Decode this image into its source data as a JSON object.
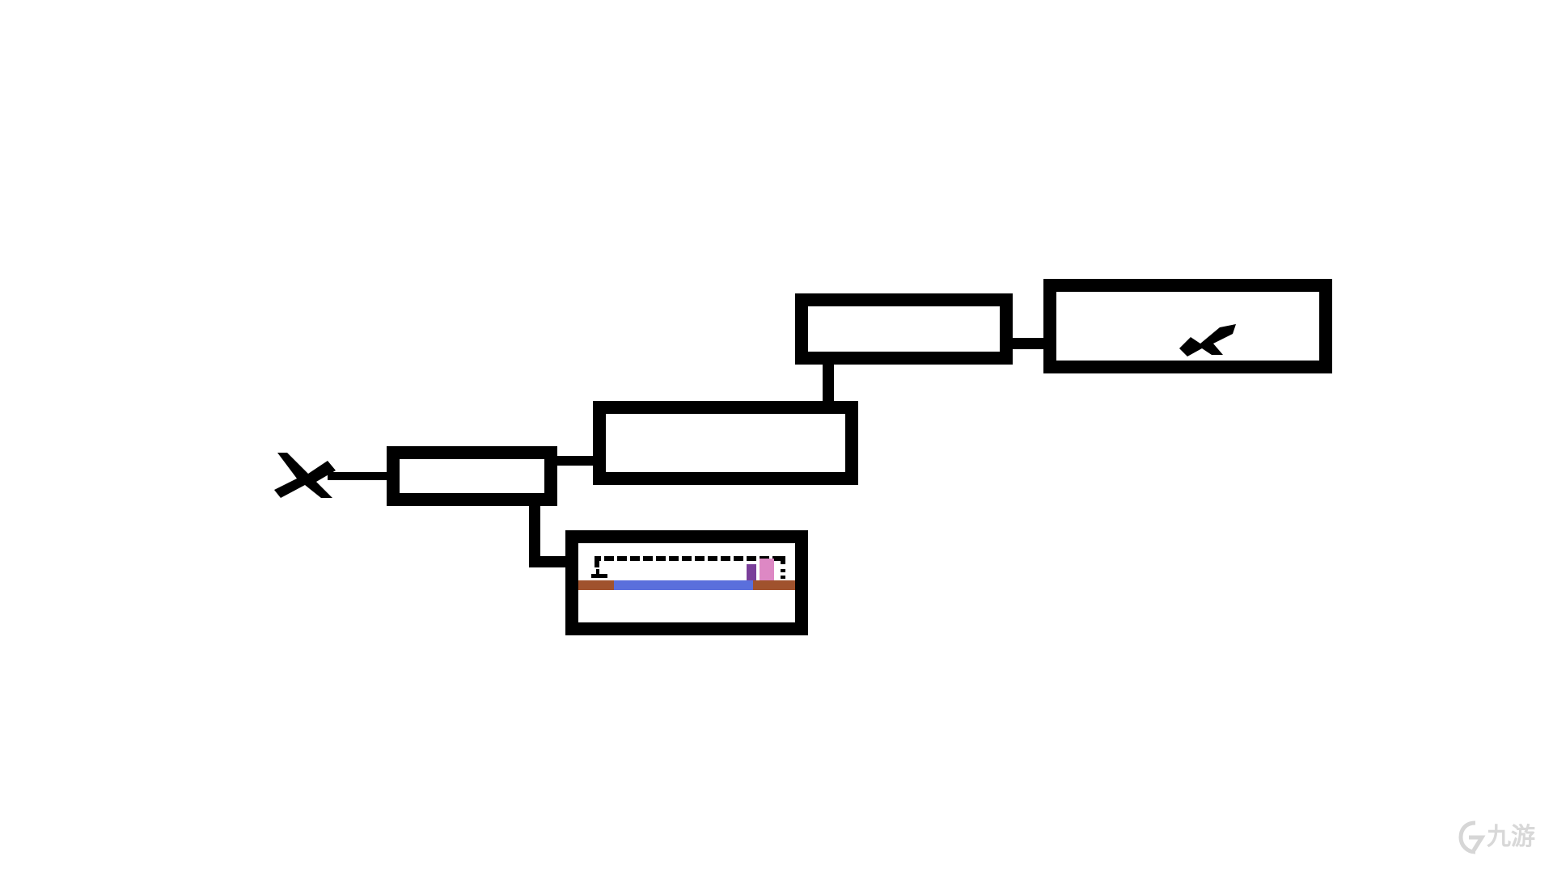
{
  "map": {
    "background_color": "#ffffff",
    "wall_color": "#000000",
    "rooms": [
      {
        "id": "room-start",
        "label": ""
      },
      {
        "id": "room-corridor",
        "label": ""
      },
      {
        "id": "room-upper",
        "label": ""
      },
      {
        "id": "room-goal",
        "label": "",
        "has_x_marker": true
      },
      {
        "id": "room-preview",
        "label": "",
        "has_thumbnail": true
      }
    ],
    "markers": [
      {
        "id": "x-marker-start",
        "icon": "x-mark-icon"
      },
      {
        "id": "x-marker-goal",
        "icon": "x-mark-icon"
      }
    ],
    "thumbnail_colors": {
      "floor_side": "#a0522d",
      "water": "#5a6fdc",
      "door_purple": "#7a3f9a",
      "door_pink": "#dd88c4"
    }
  },
  "watermark": {
    "brand": "九游",
    "icon": "nine-game-logo-icon"
  }
}
